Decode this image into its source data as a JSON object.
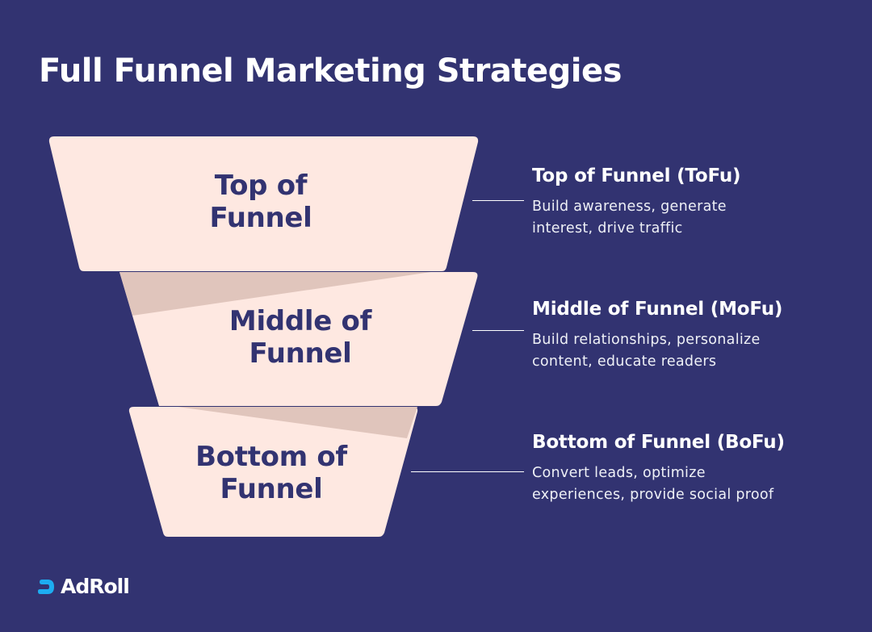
{
  "title": "Full Funnel Marketing Strategies",
  "colors": {
    "background": "#323371",
    "funnel_fill": "#FEE8E1",
    "funnel_shadow": "#E0C5BC",
    "stage_text": "#323371",
    "connector": "#FFFFFF",
    "logo_mark": "#1DADF1"
  },
  "stages": [
    {
      "label_line1": "Top of",
      "label_line2": "Funnel",
      "heading": "Top of Funnel (ToFu)",
      "description_line1": "Build awareness, generate",
      "description_line2": "interest, drive traffic"
    },
    {
      "label_line1": "Middle of",
      "label_line2": "Funnel",
      "heading": "Middle of Funnel (MoFu)",
      "description_line1": "Build relationships, personalize",
      "description_line2": "content, educate readers"
    },
    {
      "label_line1": "Bottom of",
      "label_line2": "Funnel",
      "heading": "Bottom of Funnel (BoFu)",
      "description_line1": "Convert leads, optimize",
      "description_line2": "experiences, provide social proof"
    }
  ],
  "logo": {
    "icon": "adroll-logo-mark-icon",
    "wordmark": "AdRoll"
  }
}
